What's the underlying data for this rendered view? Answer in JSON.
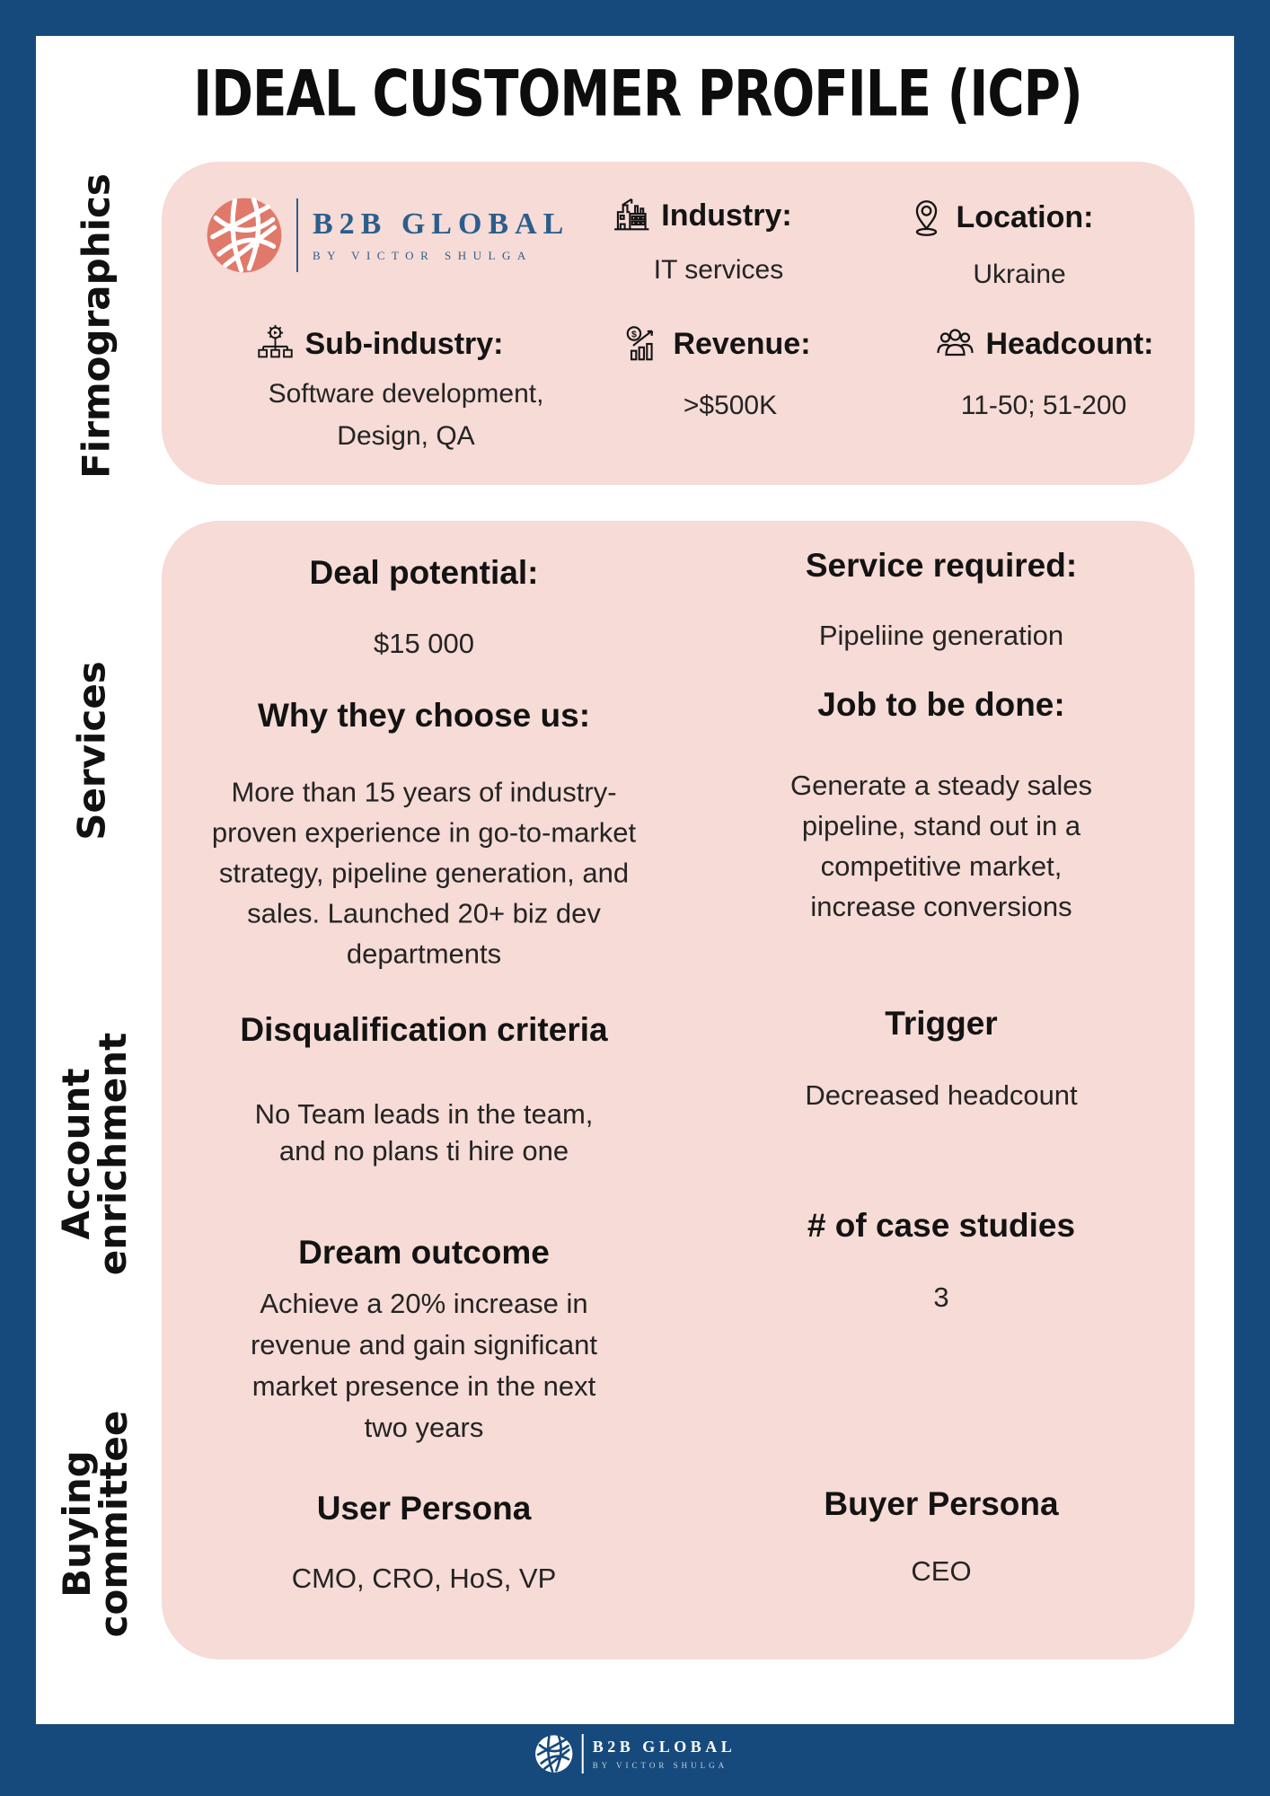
{
  "page": {
    "title": "IDEAL CUSTOMER PROFILE (ICP)"
  },
  "colors": {
    "navy": "#164A7C",
    "pink": "#F6DBD6",
    "coral": "#E0796A",
    "logo_blue": "#2B5E8C"
  },
  "brand": {
    "name": "B2B GLOBAL",
    "tagline": "BY VICTOR SHULGA"
  },
  "side_labels": {
    "firmographics": "Firmographics",
    "services": "Services",
    "account_enrichment_line1": "Account",
    "account_enrichment_line2": "enrichment",
    "buying_committee_line1": "Buying",
    "buying_committee_line2": "committee"
  },
  "firmographics": {
    "industry": {
      "label": "Industry:",
      "value": "IT services",
      "icon": "factory-icon"
    },
    "location": {
      "label": "Location:",
      "value": "Ukraine",
      "icon": "map-pin-icon"
    },
    "sub_industry": {
      "label": "Sub-industry:",
      "value_line1": "Software development,",
      "value_line2": "Design, QA",
      "icon": "gear-hierarchy-icon"
    },
    "revenue": {
      "label": "Revenue:",
      "value": ">$500K",
      "icon": "dollar-growth-icon"
    },
    "headcount": {
      "label": "Headcount:",
      "value": "11-50; 51-200",
      "icon": "people-icon"
    }
  },
  "services": {
    "deal_potential": {
      "label": "Deal potential:",
      "value": "$15 000"
    },
    "service_required": {
      "label": "Service required:",
      "value": "Pipeliine generation"
    },
    "why_choose": {
      "label": "Why they choose us:",
      "lines": [
        "More than 15 years of industry-",
        "proven experience in go-to-market",
        "strategy, pipeline generation, and",
        "sales. Launched 20+ biz dev",
        "departments"
      ]
    },
    "job_to_be_done": {
      "label": "Job to be done:",
      "lines": [
        "Generate a steady sales",
        "pipeline, stand out in a",
        "competitive market,",
        "increase conversions"
      ]
    }
  },
  "account_enrichment": {
    "disqualification": {
      "label": "Disqualification criteria",
      "lines": [
        "No Team leads in the team,",
        "and no plans ti hire one"
      ]
    },
    "trigger": {
      "label": "Trigger",
      "value": "Decreased headcount"
    },
    "dream_outcome": {
      "label": "Dream outcome",
      "lines": [
        "Achieve a 20% increase in",
        "revenue and gain significant",
        "market presence in the next",
        "two years"
      ]
    },
    "case_studies": {
      "label": "# of case studies",
      "value": "3"
    }
  },
  "buying_committee": {
    "user_persona": {
      "label": "User Persona",
      "value": "CMO, CRO, HoS, VP"
    },
    "buyer_persona": {
      "label": "Buyer Persona",
      "value": "CEO"
    }
  }
}
